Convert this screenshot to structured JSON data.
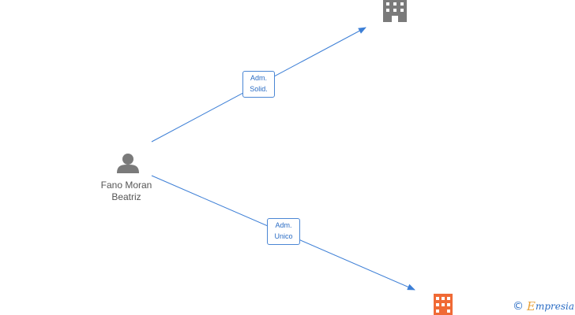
{
  "person": {
    "name_line1": "Fano Moran",
    "name_line2": "Beatriz",
    "icon": "person-icon"
  },
  "companies": [
    {
      "icon": "building-icon",
      "color": "#7a7a7a"
    },
    {
      "icon": "building-icon",
      "color": "#f06a35"
    }
  ],
  "edges": [
    {
      "label_line1": "Adm.",
      "label_line2": "Solid."
    },
    {
      "label_line1": "Adm.",
      "label_line2": "Unico"
    }
  ],
  "colors": {
    "edge": "#3d7fd6",
    "person": "#7a7a7a"
  },
  "watermark": {
    "symbol": "©",
    "e": "E",
    "brand": "mpresia"
  }
}
